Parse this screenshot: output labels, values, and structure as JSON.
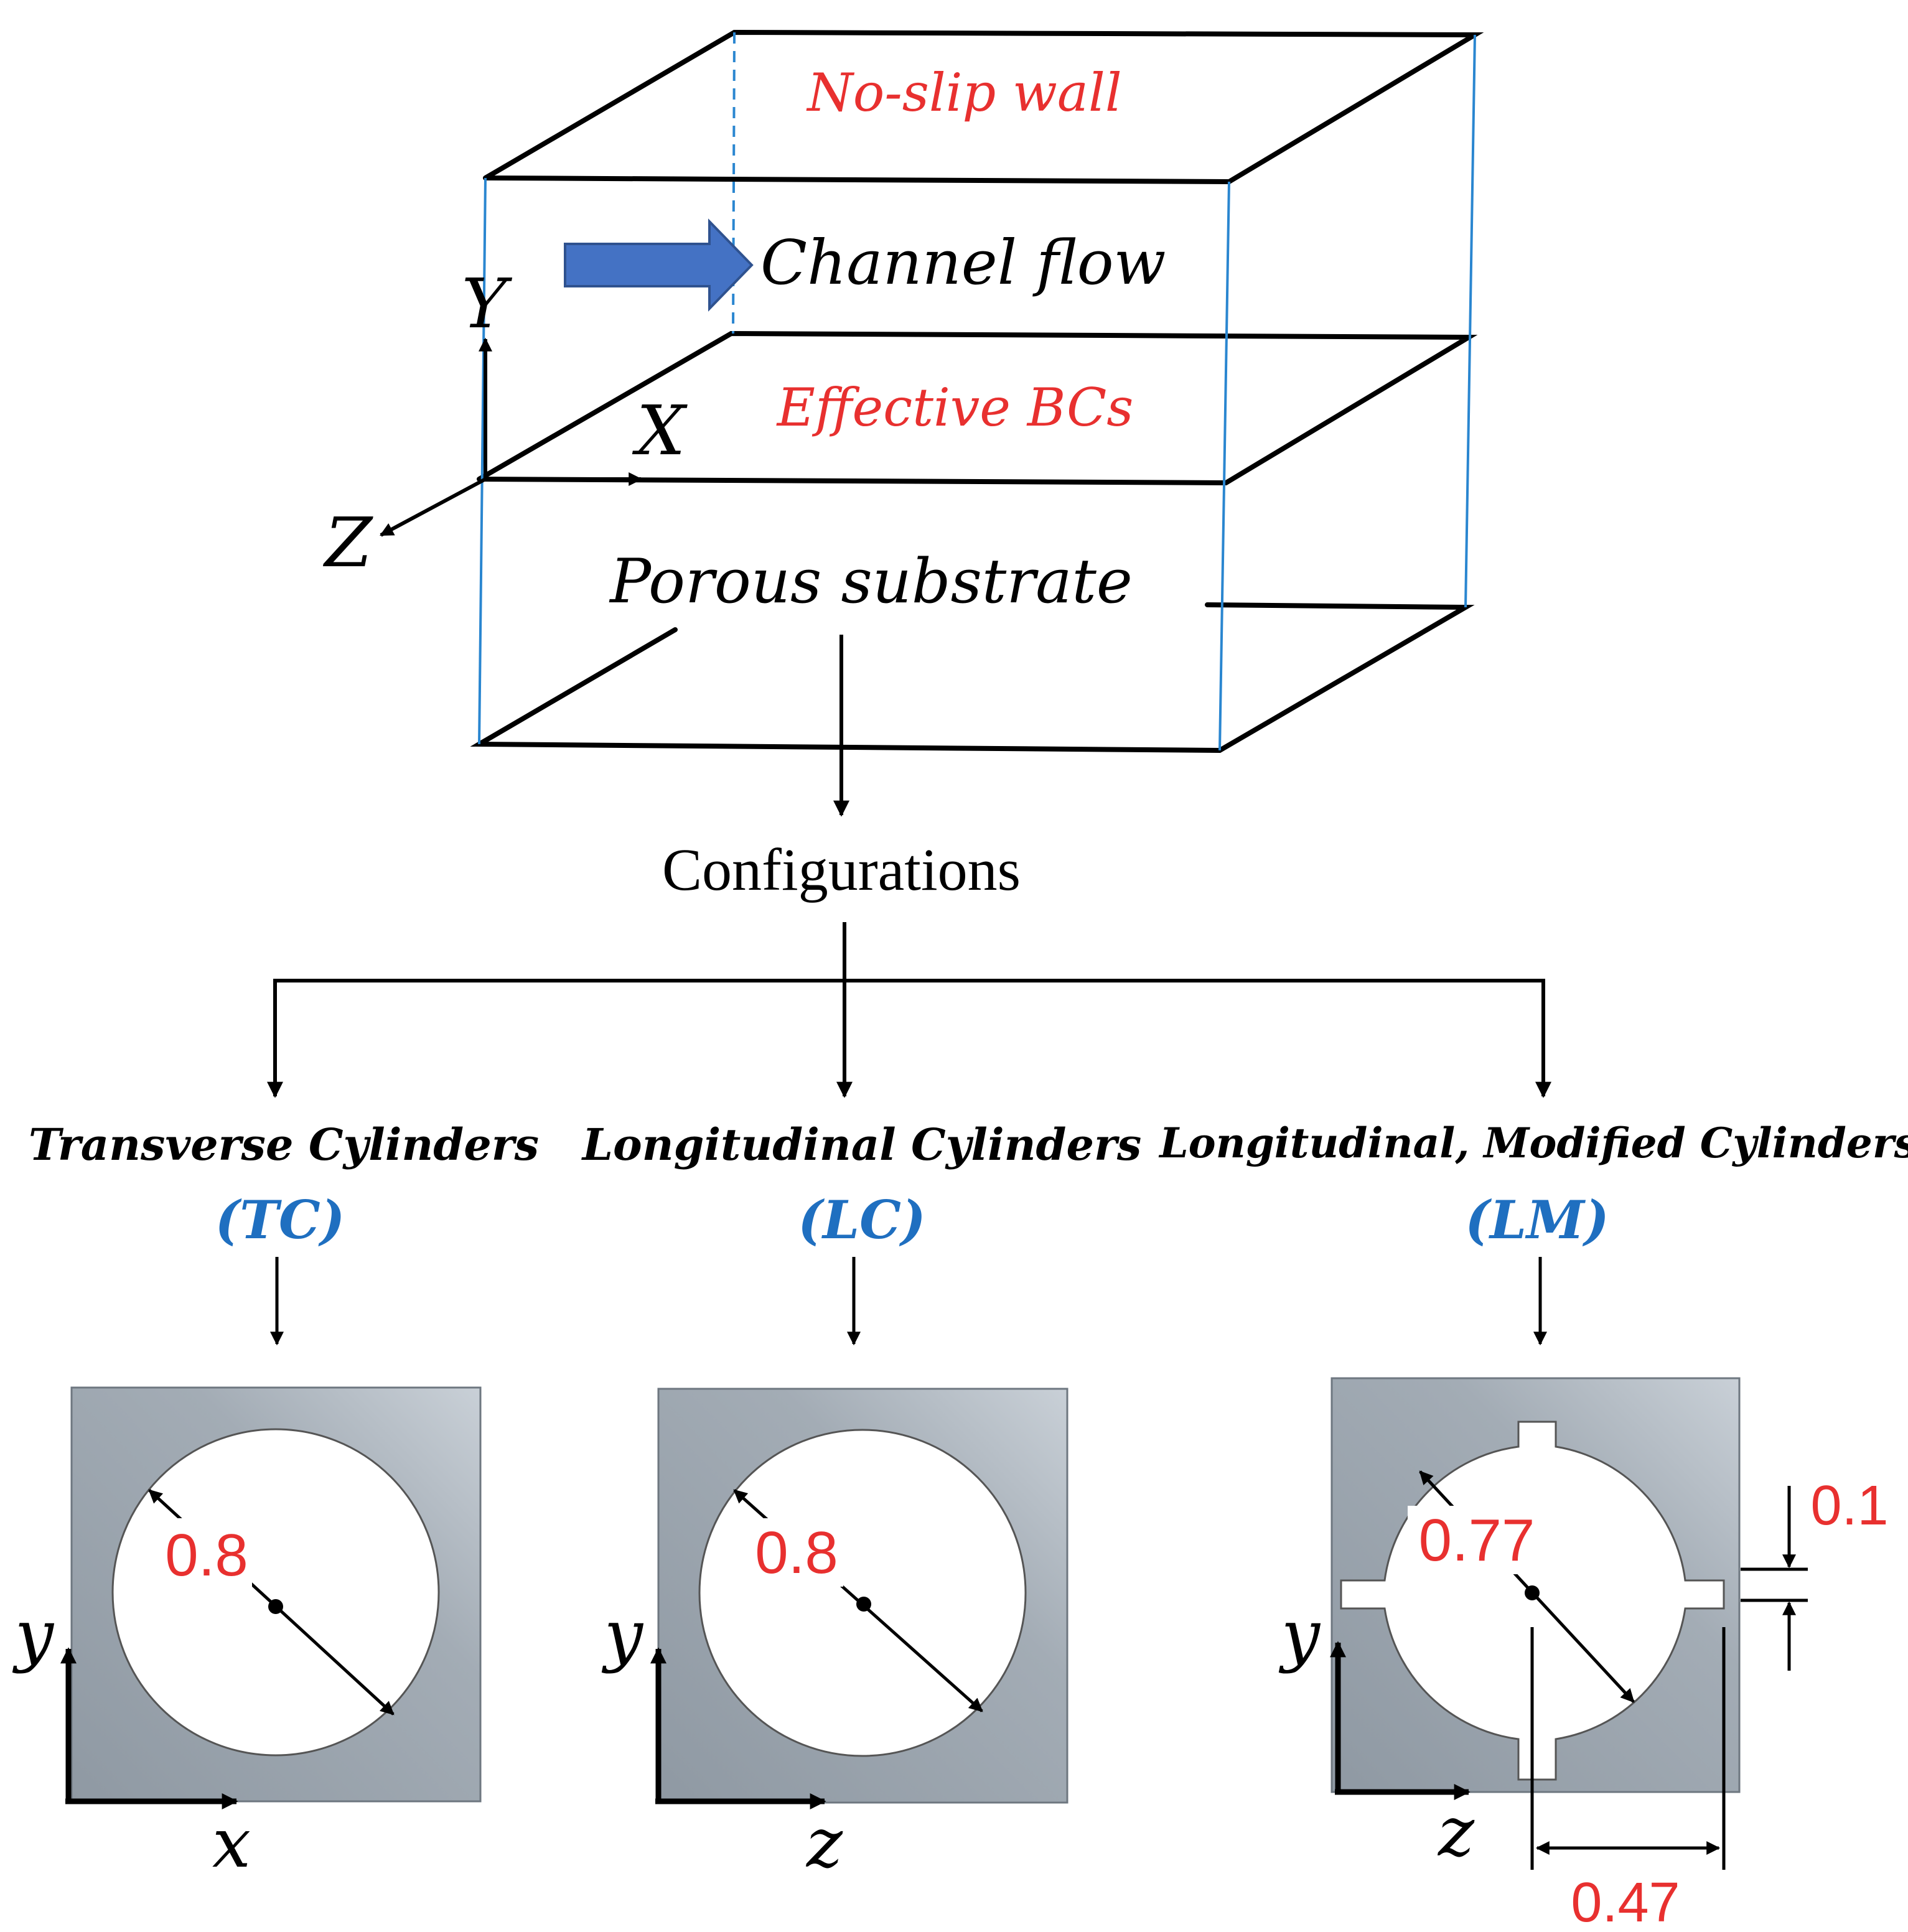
{
  "colors": {
    "label_red": "#e8302f",
    "label_blue": "#1f6fc0",
    "edge_blue": "#2a86d0",
    "flow_arrow": "#4472c4",
    "solid_gray": "#9aa4ad",
    "line_black": "#000000"
  },
  "box": {
    "top_label": "No-slip wall",
    "flow_label": "Channel flow",
    "interface_label": "Effective BCs",
    "bottom_label": "Porous substrate"
  },
  "axes3d": {
    "y": "Y",
    "x": "X",
    "z": "Z"
  },
  "tree": {
    "root": "Configurations"
  },
  "configs": [
    {
      "title": "Transverse Cylinders",
      "abbr": "(TC)",
      "h_axis": "x",
      "v_axis": "y",
      "diameter": "0.8"
    },
    {
      "title": "Longitudinal Cylinders",
      "abbr": "(LC)",
      "h_axis": "z",
      "v_axis": "y",
      "diameter": "0.8"
    },
    {
      "title": "Longitudinal, Modified Cylinders",
      "abbr": "(LM)",
      "h_axis": "z",
      "v_axis": "y",
      "diameter": "0.77",
      "slot_width": "0.1",
      "slot_span": "0.47"
    }
  ]
}
